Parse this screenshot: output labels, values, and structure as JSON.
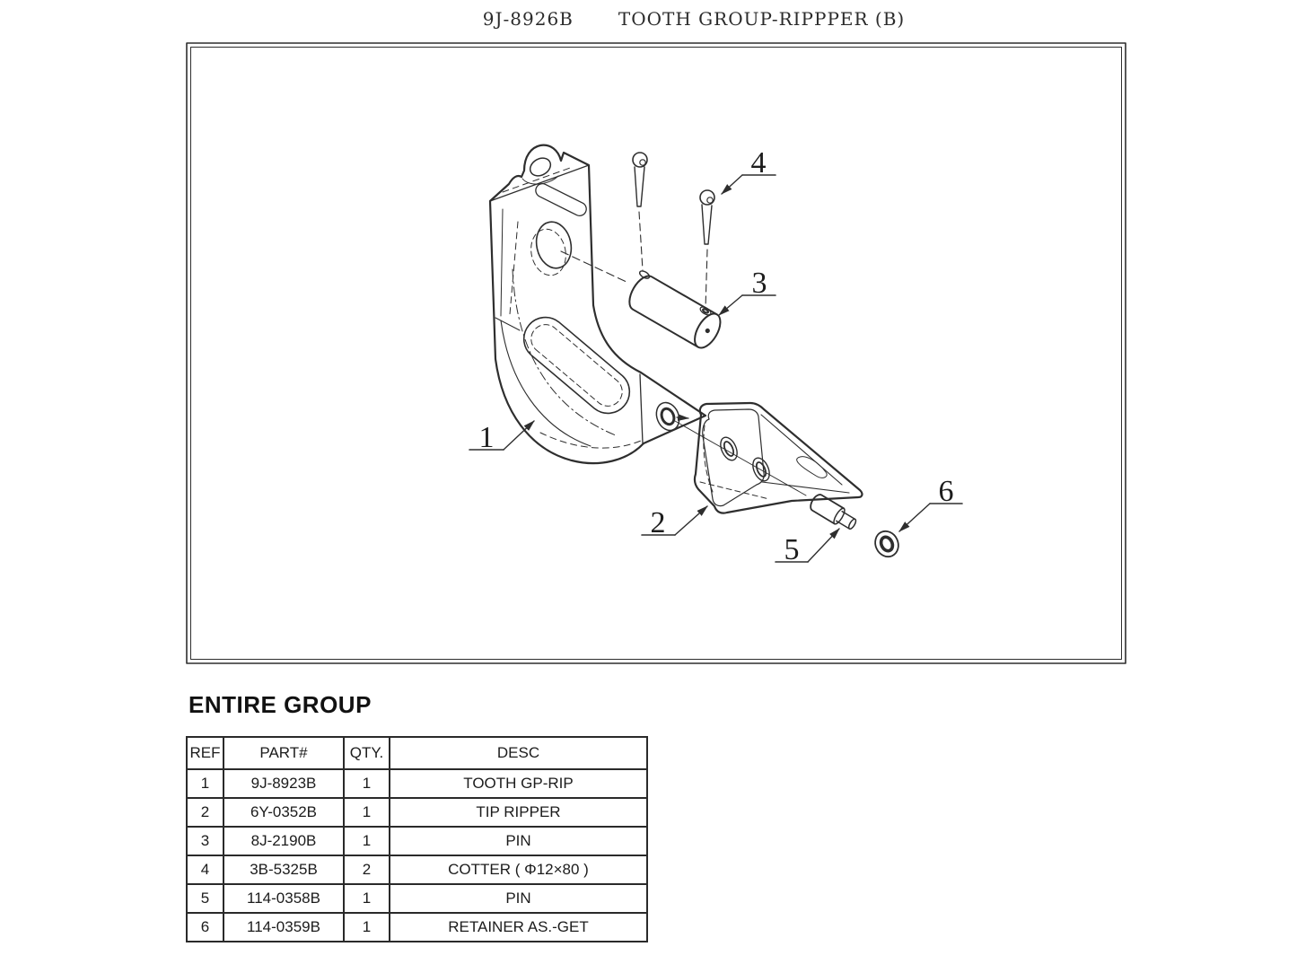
{
  "header": {
    "part_number": "9J-8926B",
    "title": "TOOTH GROUP-RIPPPER (B)"
  },
  "diagram": {
    "callouts": [
      {
        "label": "1"
      },
      {
        "label": "2"
      },
      {
        "label": "3"
      },
      {
        "label": "4"
      },
      {
        "label": "5"
      },
      {
        "label": "6"
      }
    ]
  },
  "parts_section": {
    "title": "ENTIRE GROUP",
    "table": {
      "headers": {
        "ref": "REF",
        "part": "PART#",
        "qty": "QTY.",
        "desc": "DESC"
      },
      "rows": [
        {
          "ref": "1",
          "part": "9J-8923B",
          "qty": "1",
          "desc": "TOOTH GP-RIP"
        },
        {
          "ref": "2",
          "part": "6Y-0352B",
          "qty": "1",
          "desc": "TIP RIPPER"
        },
        {
          "ref": "3",
          "part": "8J-2190B",
          "qty": "1",
          "desc": "PIN"
        },
        {
          "ref": "4",
          "part": "3B-5325B",
          "qty": "2",
          "desc": "COTTER ( Φ12×80 )"
        },
        {
          "ref": "5",
          "part": "114-0358B",
          "qty": "1",
          "desc": "PIN"
        },
        {
          "ref": "6",
          "part": "114-0359B",
          "qty": "1",
          "desc": "RETAINER AS.-GET"
        }
      ]
    }
  }
}
